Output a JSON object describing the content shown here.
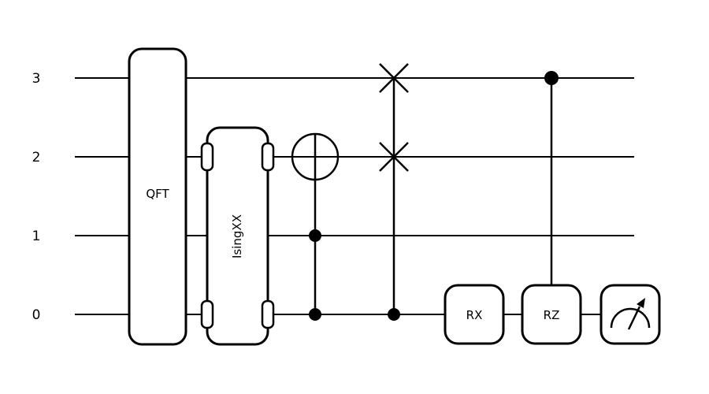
{
  "figure": {
    "type": "quantum-circuit-diagram",
    "background_color": "#ffffff",
    "line_color": "#000000"
  },
  "circuit": {
    "wires": [
      {
        "label": "3"
      },
      {
        "label": "2"
      },
      {
        "label": "1"
      },
      {
        "label": "0"
      }
    ],
    "gates": [
      {
        "type": "QFT",
        "label": "QFT",
        "wires": [
          3,
          2,
          1,
          0
        ]
      },
      {
        "type": "IsingXX",
        "label": "IsingXX",
        "wires": [
          2,
          0
        ]
      },
      {
        "type": "Toffoli",
        "target": 2,
        "controls": [
          1,
          0
        ]
      },
      {
        "type": "CSWAP",
        "targets": [
          3,
          2
        ],
        "control": 0
      },
      {
        "type": "RX",
        "label": "RX",
        "wires": [
          0
        ]
      },
      {
        "type": "CRZ",
        "label": "RZ",
        "target": 0,
        "control": 3
      },
      {
        "type": "measure",
        "wires": [
          0
        ],
        "icon": "measurement-meter-icon"
      }
    ]
  }
}
